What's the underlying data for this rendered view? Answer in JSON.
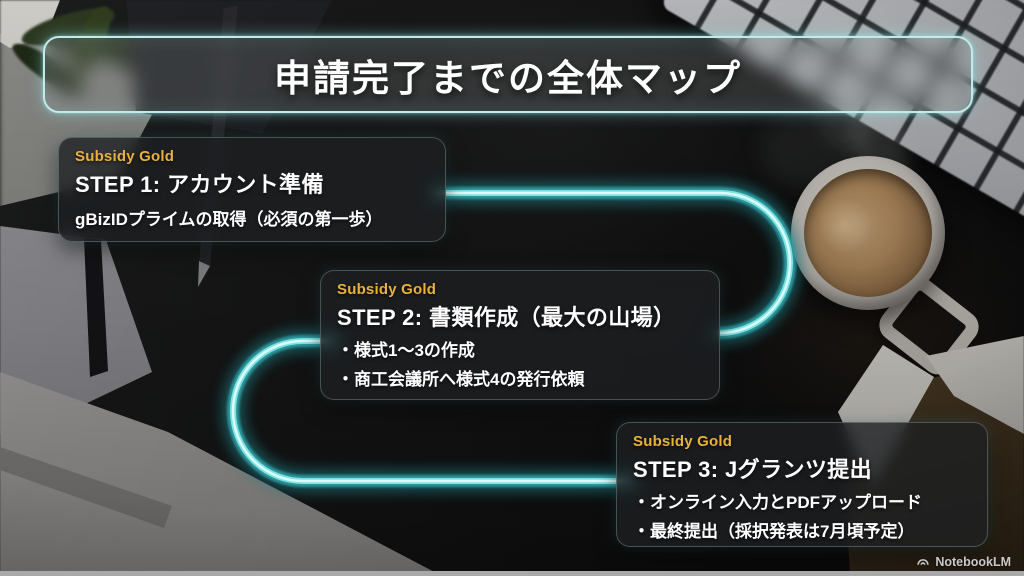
{
  "slide": {
    "title": "申請完了までの全体マップ",
    "watermark": "NotebookLM"
  },
  "steps": [
    {
      "badge": "Subsidy Gold",
      "heading": "STEP 1: アカウント準備",
      "lines": [
        "gBizIDプライムの取得（必須の第一歩）"
      ]
    },
    {
      "badge": "Subsidy Gold",
      "heading": "STEP 2: 書類作成（最大の山場）",
      "lines": [
        "・様式1～3の作成",
        "・商工会議所へ様式4の発行依頼"
      ]
    },
    {
      "badge": "Subsidy Gold",
      "heading": "STEP 3: Jグランツ提出",
      "lines": [
        "・オンライン入力とPDFアップロード",
        "・最終提出（採択発表は7月頃予定）"
      ]
    }
  ],
  "colors": {
    "neon_core": "#dcfcfb",
    "neon_bright": "#7fe3e2",
    "neon_glow": "#1f7d84",
    "badge_gold": "#e9b13c",
    "banner_border": "#bfeceb"
  }
}
